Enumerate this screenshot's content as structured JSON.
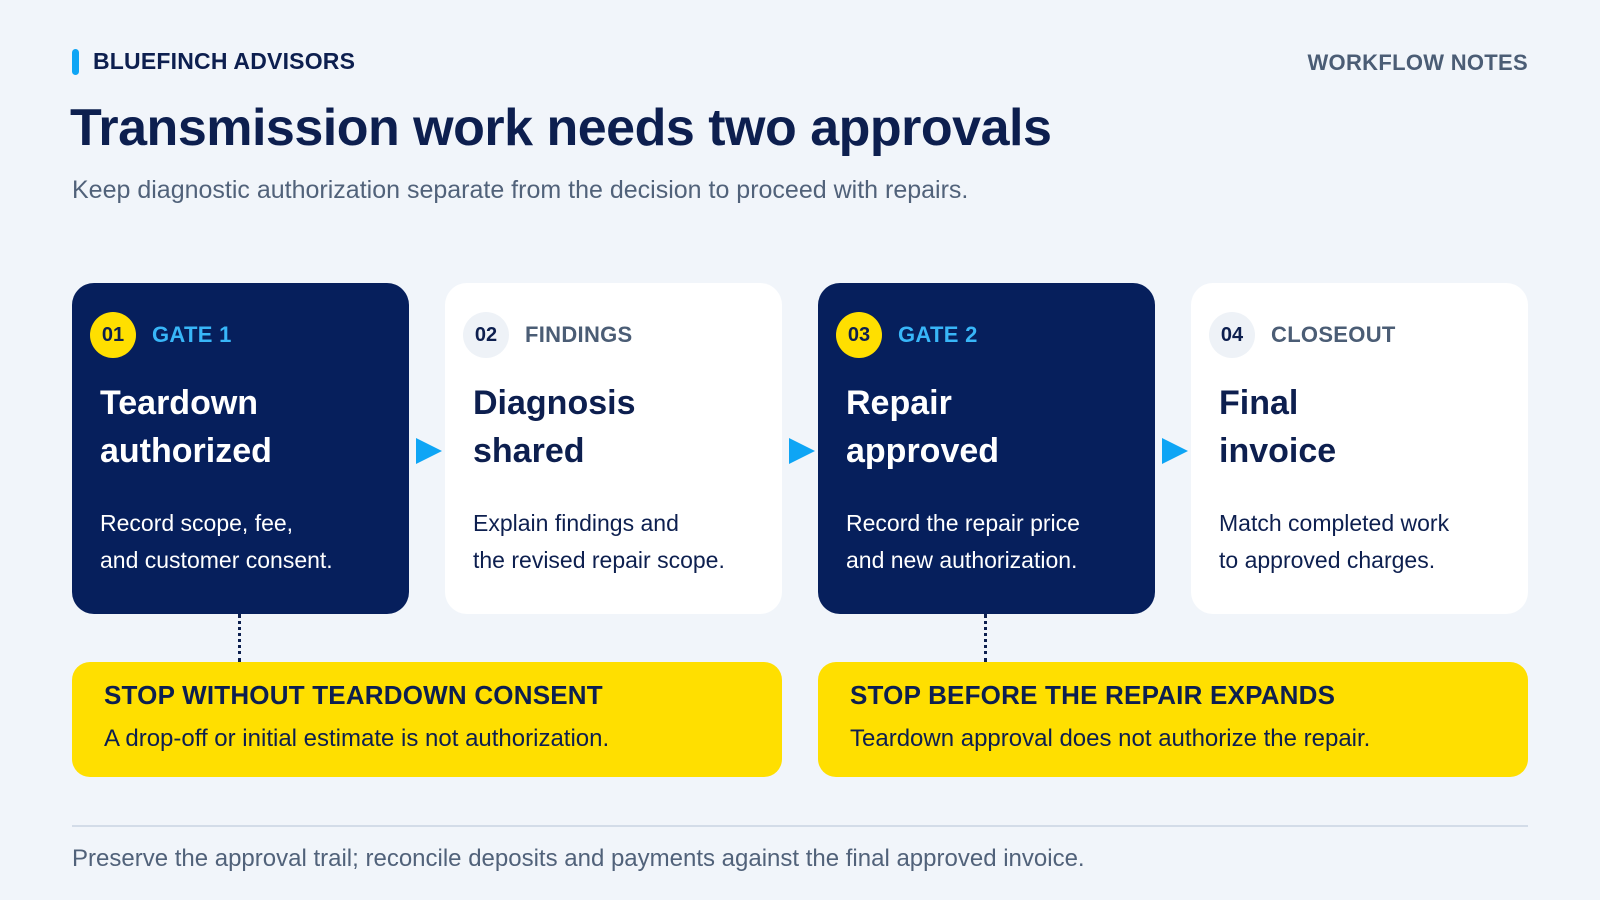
{
  "brand": {
    "name": "BLUEFINCH ADVISORS",
    "accent": "#0ea5f5"
  },
  "top_right": "WORKFLOW NOTES",
  "title": "Transmission work needs two approvals",
  "subtitle": "Keep diagnostic authorization separate from the decision to proceed with repairs.",
  "steps": [
    {
      "num": "01",
      "tag": "GATE 1",
      "title_l1": "Teardown",
      "title_l2": "authorized",
      "body_l1": "Record scope, fee,",
      "body_l2": "and customer consent.",
      "style": "dark"
    },
    {
      "num": "02",
      "tag": "FINDINGS",
      "title_l1": "Diagnosis",
      "title_l2": "shared",
      "body_l1": "Explain findings and",
      "body_l2": "the revised repair scope.",
      "style": "light"
    },
    {
      "num": "03",
      "tag": "GATE 2",
      "title_l1": "Repair",
      "title_l2": "approved",
      "body_l1": "Record the repair price",
      "body_l2": "and new authorization.",
      "style": "dark"
    },
    {
      "num": "04",
      "tag": "CLOSEOUT",
      "title_l1": "Final",
      "title_l2": "invoice",
      "body_l1": "Match completed work",
      "body_l2": "to approved charges.",
      "style": "light"
    }
  ],
  "stops": [
    {
      "title": "STOP WITHOUT TEARDOWN CONSENT",
      "text": "A drop-off or initial estimate is not authorization."
    },
    {
      "title": "STOP BEFORE THE REPAIR EXPANDS",
      "text": "Teardown approval does not authorize the repair."
    }
  ],
  "footer": "Preserve the approval trail; reconcile deposits and payments against the final approved invoice.",
  "colors": {
    "navy": "#061f5c",
    "yellow": "#ffdf00",
    "sky": "#0ea5f5",
    "background": "#f1f5fa"
  }
}
